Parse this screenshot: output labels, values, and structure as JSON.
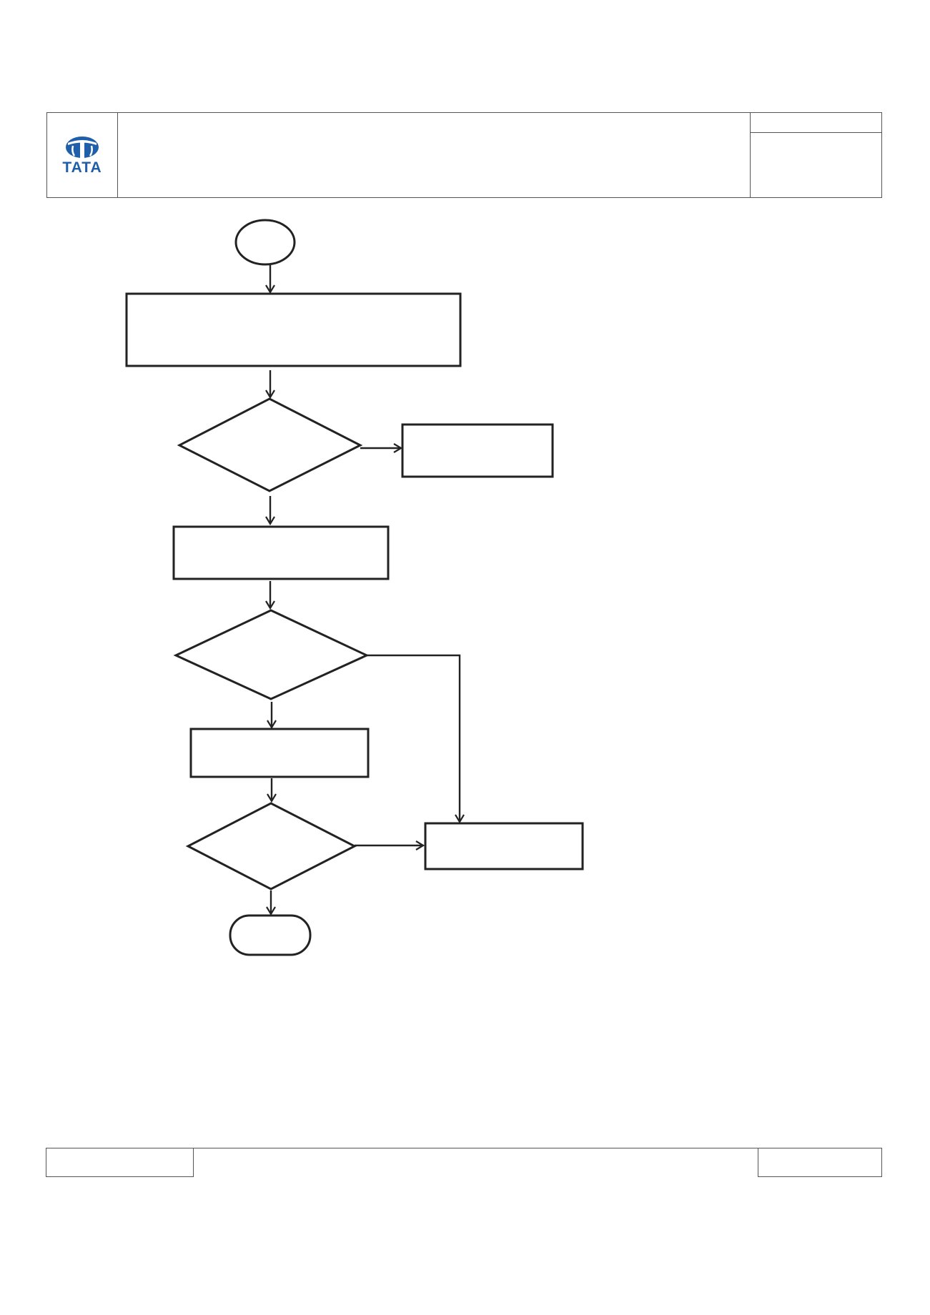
{
  "header": {
    "logo_text": "TATA",
    "title": "",
    "meta_top": "",
    "meta_bottom": ""
  },
  "flowchart": {
    "nodes": [
      {
        "id": "start",
        "shape": "ellipse",
        "label": ""
      },
      {
        "id": "process-1",
        "shape": "rect",
        "label": ""
      },
      {
        "id": "decision-1",
        "shape": "diamond",
        "label": ""
      },
      {
        "id": "side-box-1",
        "shape": "rect",
        "label": ""
      },
      {
        "id": "process-2",
        "shape": "rect",
        "label": ""
      },
      {
        "id": "decision-2",
        "shape": "diamond",
        "label": ""
      },
      {
        "id": "process-3",
        "shape": "rect",
        "label": ""
      },
      {
        "id": "decision-3",
        "shape": "diamond",
        "label": ""
      },
      {
        "id": "side-box-2",
        "shape": "rect",
        "label": ""
      },
      {
        "id": "end",
        "shape": "terminator",
        "label": ""
      }
    ],
    "edges": [
      {
        "from": "start",
        "to": "process-1"
      },
      {
        "from": "process-1",
        "to": "decision-1"
      },
      {
        "from": "decision-1",
        "to": "side-box-1"
      },
      {
        "from": "decision-1",
        "to": "process-2"
      },
      {
        "from": "process-2",
        "to": "decision-2"
      },
      {
        "from": "decision-2",
        "to": "process-3"
      },
      {
        "from": "decision-2",
        "to": "side-box-2"
      },
      {
        "from": "process-3",
        "to": "decision-3"
      },
      {
        "from": "decision-3",
        "to": "side-box-2"
      },
      {
        "from": "decision-3",
        "to": "end"
      }
    ]
  },
  "footer": {
    "left": "",
    "middle": "",
    "right": ""
  },
  "colors": {
    "logo_blue": "#1f5ea8",
    "stroke": "#222222",
    "border": "#555555"
  }
}
